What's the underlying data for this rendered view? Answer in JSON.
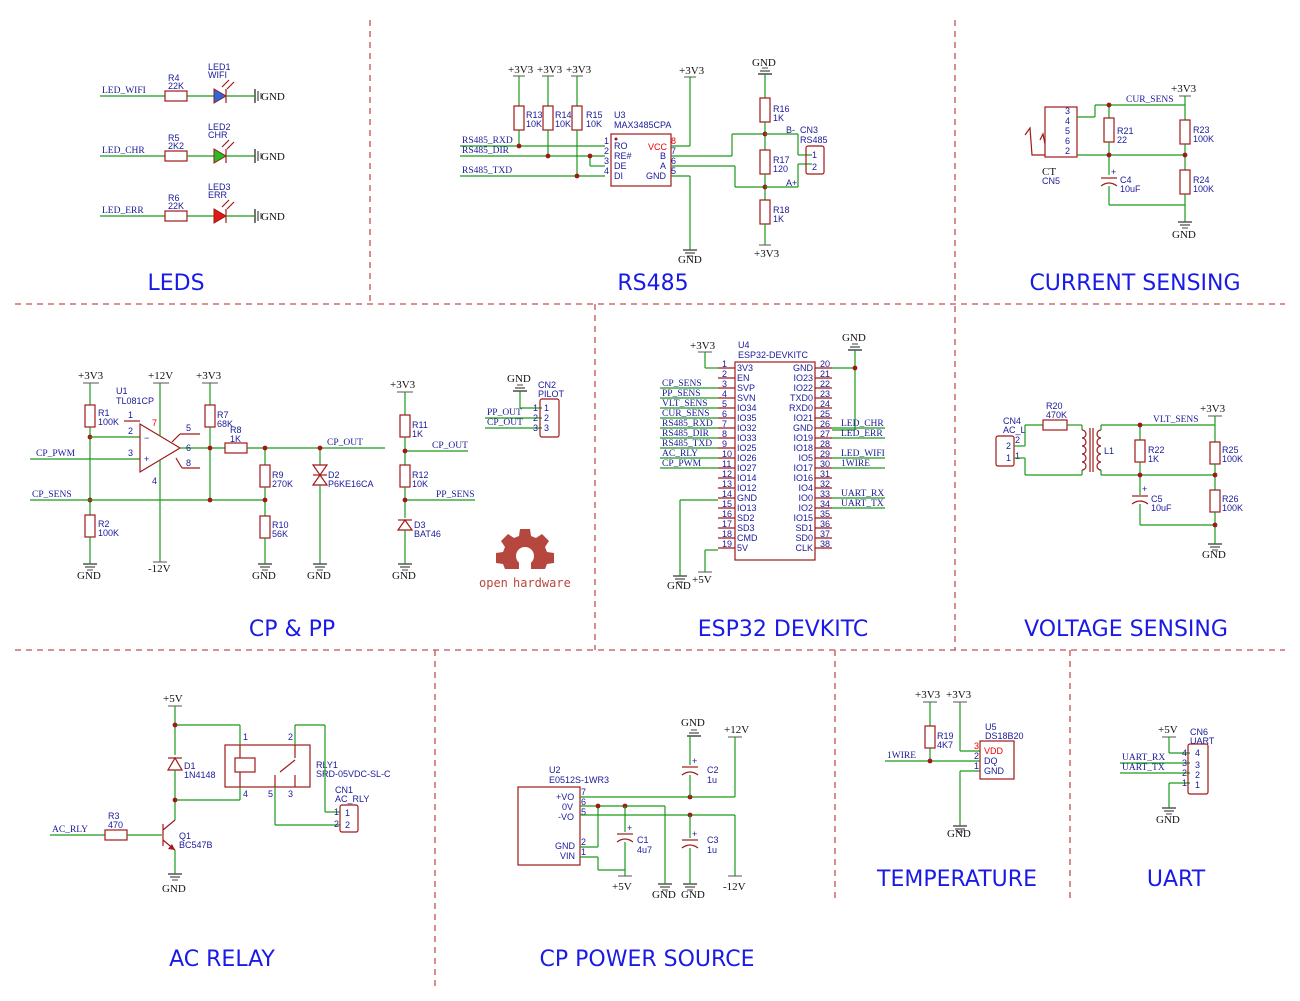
{
  "sections": {
    "leds": "LEDS",
    "rs485": "RS485",
    "current": "CURRENT SENSING",
    "cp_pp": "CP & PP",
    "esp32": "ESP32 DEVKITC",
    "voltage": "VOLTAGE SENSING",
    "ac_relay": "AC RELAY",
    "cp_power": "CP POWER SOURCE",
    "temperature": "TEMPERATURE",
    "uart": "UART"
  },
  "power": {
    "gnd": "GND",
    "v33": "+3V3",
    "v12": "+12V",
    "vm12": "-12V",
    "v5": "+5V"
  },
  "leds": [
    {
      "net": "LED_WIFI",
      "res": "R4",
      "resv": "22K",
      "led": "LED1",
      "ledv": "WIFI",
      "color": "#2a6ae0"
    },
    {
      "net": "LED_CHR",
      "res": "R5",
      "resv": "2K2",
      "led": "LED2",
      "ledv": "CHR",
      "color": "#22c022"
    },
    {
      "net": "LED_ERR",
      "res": "R6",
      "resv": "22K",
      "led": "LED3",
      "ledv": "ERR",
      "color": "#e01818"
    }
  ],
  "rs485": {
    "ic_ref": "U3",
    "ic_val": "MAX3485CPA",
    "pins_left": [
      "RO",
      "RE#",
      "DE",
      "DI"
    ],
    "pins_left_num": [
      "1",
      "2",
      "3",
      "4"
    ],
    "pins_right": [
      "VCC",
      "B",
      "A",
      "GND"
    ],
    "pins_right_num": [
      "8",
      "7",
      "6",
      "5"
    ],
    "nets": [
      "RS485_RXD",
      "RS485_DIR",
      "RS485_TXD"
    ],
    "pullups": [
      {
        "ref": "R13",
        "val": "10K"
      },
      {
        "ref": "R14",
        "val": "10K"
      },
      {
        "ref": "R15",
        "val": "10K"
      }
    ],
    "r16": {
      "ref": "R16",
      "val": "1K"
    },
    "r17": {
      "ref": "R17",
      "val": "120"
    },
    "r18": {
      "ref": "R18",
      "val": "1K"
    },
    "conn_ref": "CN3",
    "conn_val": "RS485",
    "b_label": "B-",
    "a_label": "A+",
    "pin1": "1",
    "pin2": "2"
  },
  "current": {
    "ct_label": "CT",
    "conn_ref": "CN5",
    "conn_pins": [
      "3",
      "4",
      "5",
      "6",
      "2"
    ],
    "net": "CUR_SENS",
    "r21": {
      "ref": "R21",
      "val": "22"
    },
    "r23": {
      "ref": "R23",
      "val": "100K"
    },
    "r24": {
      "ref": "R24",
      "val": "100K"
    },
    "c4": {
      "ref": "C4",
      "val": "10uF"
    },
    "plus": "+"
  },
  "cppp": {
    "opamp_ref": "U1",
    "opamp_val": "TL081CP",
    "opamp_pins": [
      "1",
      "2",
      "3",
      "4",
      "5",
      "6",
      "7",
      "8"
    ],
    "r1": {
      "ref": "R1",
      "val": "100K"
    },
    "r2": {
      "ref": "R2",
      "val": "100K"
    },
    "r7": {
      "ref": "R7",
      "val": "68K"
    },
    "r8": {
      "ref": "R8",
      "val": "1K"
    },
    "r9": {
      "ref": "R9",
      "val": "270K"
    },
    "r10": {
      "ref": "R10",
      "val": "56K"
    },
    "d2": {
      "ref": "D2",
      "val": "P6KE16CA"
    },
    "nets": {
      "pwm": "CP_PWM",
      "sens": "CP_SENS",
      "out": "CP_OUT"
    },
    "r11": {
      "ref": "R11",
      "val": "1K"
    },
    "r12": {
      "ref": "R12",
      "val": "10K"
    },
    "d3": {
      "ref": "D3",
      "val": "BAT46"
    },
    "pp_out": "PP_OUT",
    "pp_sens": "PP_SENS",
    "cp_out2": "CP_OUT",
    "cn2_ref": "CN2",
    "cn2_val": "PILOT",
    "cn2_pins": [
      "1",
      "2",
      "3"
    ],
    "logo_text_1": "open",
    "logo_text_2": "hardware"
  },
  "esp32": {
    "ref": "U4",
    "val": "ESP32-DEVKITC",
    "left_names": [
      "3V3",
      "EN",
      "SVP",
      "SVN",
      "IO34",
      "IO35",
      "IO32",
      "IO33",
      "IO25",
      "IO26",
      "IO27",
      "IO14",
      "IO12",
      "GND",
      "IO13",
      "SD2",
      "SD3",
      "CMD",
      "5V"
    ],
    "right_names": [
      "GND",
      "IO23",
      "IO22",
      "TXD0",
      "RXD0",
      "IO21",
      "GND",
      "IO19",
      "IO18",
      "IO5",
      "IO17",
      "IO16",
      "IO4",
      "IO0",
      "IO2",
      "IO15",
      "SD1",
      "SD0",
      "CLK"
    ],
    "left_nets": [
      "",
      "",
      "CP_SENS",
      "PP_SENS",
      "VLT_SENS",
      "CUR_SENS",
      "RS485_RXD",
      "RS485_DIR",
      "RS485_TXD",
      "AC_RLY",
      "CP_PWM",
      "",
      "",
      "",
      "",
      "",
      "",
      "",
      ""
    ],
    "right_nets": [
      "",
      "",
      "",
      "",
      "",
      "",
      "LED_CHR",
      "LED_ERR",
      "",
      "LED_WIFI",
      "1WIRE",
      "",
      "",
      "UART_RX",
      "UART_TX",
      "",
      "",
      "",
      ""
    ]
  },
  "voltage": {
    "conn_ref": "CN4",
    "conn_val": "AC_L",
    "conn_pins": [
      "2",
      "1"
    ],
    "r20": {
      "ref": "R20",
      "val": "470K"
    },
    "l1": "L1",
    "net": "VLT_SENS",
    "r22": {
      "ref": "R22",
      "val": "1K"
    },
    "r25": {
      "ref": "R25",
      "val": "100K"
    },
    "r26": {
      "ref": "R26",
      "val": "100K"
    },
    "c5": {
      "ref": "C5",
      "val": "10uF"
    }
  },
  "relay": {
    "net": "AC_RLY",
    "r3": {
      "ref": "R3",
      "val": "470"
    },
    "q1": {
      "ref": "Q1",
      "val": "BC547B"
    },
    "d1": {
      "ref": "D1",
      "val": "1N4148"
    },
    "rly_ref": "RLY1",
    "rly_val": "SRD-05VDC-SL-C",
    "rly_pins": [
      "1",
      "2",
      "4",
      "5",
      "3"
    ],
    "cn1_ref": "CN1",
    "cn1_val": "AC_RLY",
    "cn1_pins": [
      "1",
      "2"
    ]
  },
  "cppower": {
    "ref": "U2",
    "val": "E0512S-1WR3",
    "pins": [
      "+VO",
      "0V",
      "-VO",
      "GND",
      "VIN"
    ],
    "pin_nums": [
      "7",
      "6",
      "5",
      "2",
      "1"
    ],
    "c1": {
      "ref": "C1",
      "val": "4u7"
    },
    "c2": {
      "ref": "C2",
      "val": "1u"
    },
    "c3": {
      "ref": "C3",
      "val": "1u"
    }
  },
  "temperature": {
    "net": "1WIRE",
    "r19": {
      "ref": "R19",
      "val": "4K7"
    },
    "ref": "U5",
    "val": "DS18B20",
    "pins": [
      "VDD",
      "DQ",
      "GND"
    ],
    "pin_nums": [
      "3",
      "2",
      "1"
    ]
  },
  "uart": {
    "ref": "CN6",
    "val": "UART",
    "nets": [
      "UART_RX",
      "UART_TX"
    ],
    "pins": [
      "4",
      "3",
      "2",
      "1"
    ]
  },
  "colors": {
    "wire": "#1a9a1a",
    "part": "#a01818",
    "label": "#1a1a99",
    "title": "#1a1ae6",
    "border": "#c05050"
  }
}
